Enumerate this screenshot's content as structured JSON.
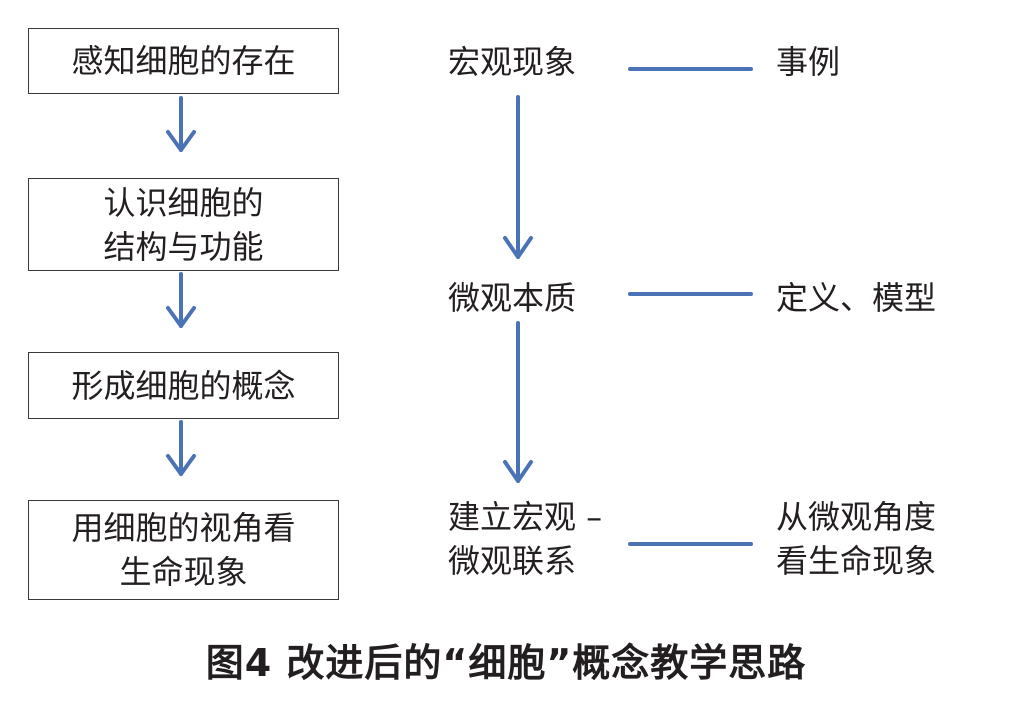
{
  "colors": {
    "connector": "#4a73b5",
    "box_border": "#3a3a3a",
    "text": "#231f20"
  },
  "left_flow": [
    {
      "text": "感知细胞的存在"
    },
    {
      "text": "认识细胞的\n结构与功能"
    },
    {
      "text": "形成细胞的概念"
    },
    {
      "text": "用细胞的视角看\n生命现象"
    }
  ],
  "middle_flow": [
    {
      "text": "宏观现象"
    },
    {
      "text": "微观本质"
    },
    {
      "text": "建立宏观 –\n微观联系"
    }
  ],
  "right_items": [
    {
      "text": "事例"
    },
    {
      "text": "定义、模型"
    },
    {
      "text": "从微观角度\n看生命现象"
    }
  ],
  "caption": "图4  改进后的“细胞”概念教学思路"
}
